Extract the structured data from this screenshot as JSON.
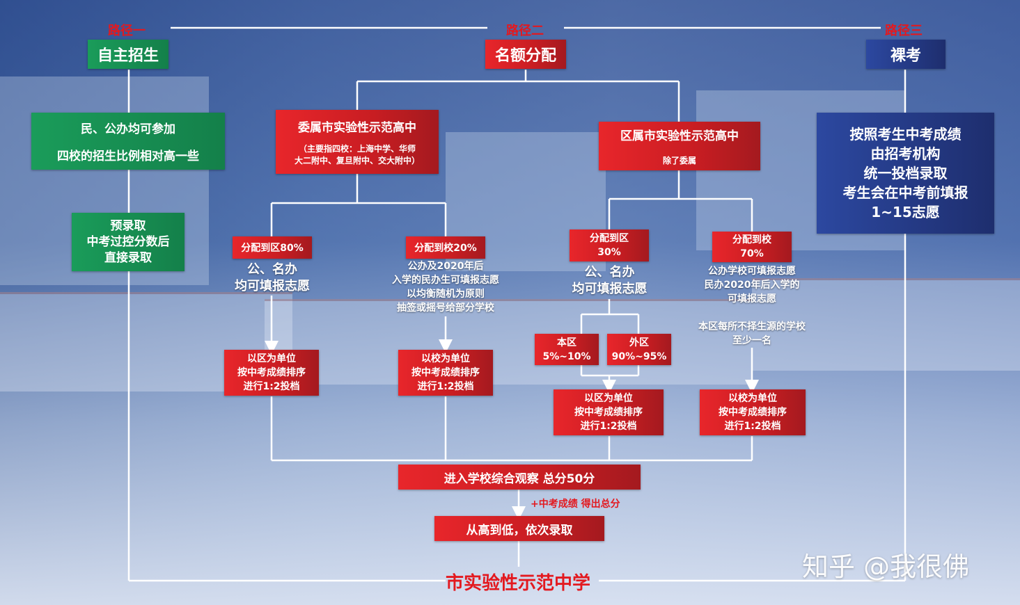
{
  "routes": {
    "r1": "路径一",
    "r2": "路径二",
    "r3": "路径三"
  },
  "route1": {
    "title": "自主招生",
    "info1": "民、公办均可参加",
    "info2": "四校的招生比例相对高一些",
    "pre1": "预录取",
    "pre2": "中考过控分数后",
    "pre3": "直接录取"
  },
  "route2": {
    "title": "名额分配",
    "city": {
      "title": "委属市实验性示范高中",
      "sub1": "（主要指四校：上海中学、华师",
      "sub2": "大二附中、复旦附中、交大附中）"
    },
    "district": {
      "title": "区属市实验性示范高中",
      "sub": "除了委属"
    },
    "alloc_district_80": "分配到区80%",
    "alloc_school_20": "分配到校20%",
    "alloc_district_30_a": "分配到区",
    "alloc_district_30_b": "30%",
    "alloc_school_70_a": "分配到校",
    "alloc_school_70_b": "70%",
    "note_80_1": "公、名办",
    "note_80_2": "均可填报志愿",
    "note_20_1": "公办及2020年后",
    "note_20_2": "入学的民办生可填报志愿",
    "note_20_3": "以均衡随机为原则",
    "note_20_4": "抽签或摇号给部分学校",
    "note_30_1": "公、名办",
    "note_30_2": "均可填报志愿",
    "note_70_1": "公办学校可填报志愿",
    "note_70_2": "民办2020年后入学的",
    "note_70_3": "可填报志愿",
    "note_70_4": "本区每所不择生源的学校",
    "note_70_5": "至少一名",
    "local_a": "本区",
    "local_b": "5%~10%",
    "outer_a": "外区",
    "outer_b": "90%~95%",
    "unit_district": [
      "以区为单位",
      "按中考成绩排序",
      "进行1:2投档"
    ],
    "unit_school": [
      "以校为单位",
      "按中考成绩排序",
      "进行1:2投档"
    ],
    "observe": "进入学校综合观察 总分50分",
    "plus": "+中考成绩 得出总分",
    "admit": "从高到低，依次录取"
  },
  "route3": {
    "title": "裸考",
    "lines": [
      "按照考生中考成绩",
      "由招考机构",
      "统一投档录取",
      "考生会在中考前填报",
      "1~15志愿"
    ]
  },
  "final": "市实验性示范中学",
  "watermark": "知乎 @我很佛"
}
